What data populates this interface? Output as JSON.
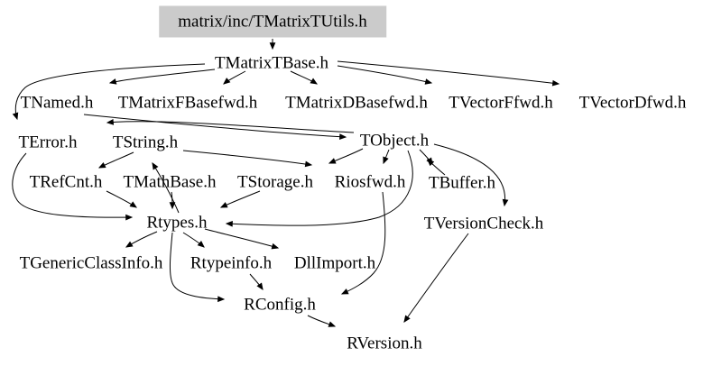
{
  "diagram_type": "include-dependency-graph",
  "colors": {
    "background": "#ffffff",
    "edge": "#000000",
    "text": "#000000",
    "root_node_fill": "#cbcbcb"
  },
  "nodes": [
    {
      "id": "tmatrixtutils",
      "label": "matrix/inc/TMatrixTUtils.h"
    },
    {
      "id": "tmatrixtbase",
      "label": "TMatrixTBase.h"
    },
    {
      "id": "tnamed",
      "label": "TNamed.h"
    },
    {
      "id": "tmatrixfbasefwd",
      "label": "TMatrixFBasefwd.h"
    },
    {
      "id": "tmatrixdbasefwd",
      "label": "TMatrixDBasefwd.h"
    },
    {
      "id": "tvectorffwd",
      "label": "TVectorFfwd.h"
    },
    {
      "id": "tvectordfwd",
      "label": "TVectorDfwd.h"
    },
    {
      "id": "terror",
      "label": "TError.h"
    },
    {
      "id": "tstring",
      "label": "TString.h"
    },
    {
      "id": "tobject",
      "label": "TObject.h"
    },
    {
      "id": "trefcnt",
      "label": "TRefCnt.h"
    },
    {
      "id": "tmathbase",
      "label": "TMathBase.h"
    },
    {
      "id": "tstorage",
      "label": "TStorage.h"
    },
    {
      "id": "riosfwd",
      "label": "Riosfwd.h"
    },
    {
      "id": "tbuffer",
      "label": "TBuffer.h"
    },
    {
      "id": "rtypes",
      "label": "Rtypes.h"
    },
    {
      "id": "tversioncheck",
      "label": "TVersionCheck.h"
    },
    {
      "id": "tgenericclassinfo",
      "label": "TGenericClassInfo.h"
    },
    {
      "id": "rtypeinfo",
      "label": "Rtypeinfo.h"
    },
    {
      "id": "dllimport",
      "label": "DllImport.h"
    },
    {
      "id": "rconfig",
      "label": "RConfig.h"
    },
    {
      "id": "rversion",
      "label": "RVersion.h"
    }
  ],
  "edges": [
    {
      "from": "tmatrixtutils",
      "to": "tmatrixtbase"
    },
    {
      "from": "tmatrixtbase",
      "to": "tnamed"
    },
    {
      "from": "tmatrixtbase",
      "to": "tmatrixfbasefwd"
    },
    {
      "from": "tmatrixtbase",
      "to": "tmatrixdbasefwd"
    },
    {
      "from": "tmatrixtbase",
      "to": "tvectorffwd"
    },
    {
      "from": "tmatrixtbase",
      "to": "tvectordfwd"
    },
    {
      "from": "tmatrixtbase",
      "to": "terror"
    },
    {
      "from": "tnamed",
      "to": "tobject"
    },
    {
      "from": "tobject",
      "to": "tstring"
    },
    {
      "from": "rtypes",
      "to": "tstring"
    },
    {
      "from": "tstring",
      "to": "trefcnt"
    },
    {
      "from": "tstring",
      "to": "riosfwd"
    },
    {
      "from": "tobject",
      "to": "tstorage"
    },
    {
      "from": "tobject",
      "to": "riosfwd"
    },
    {
      "from": "tobject",
      "to": "tbuffer"
    },
    {
      "from": "tbuffer",
      "to": "tobject"
    },
    {
      "from": "tobject",
      "to": "tversioncheck"
    },
    {
      "from": "tobject",
      "to": "rtypes"
    },
    {
      "from": "terror",
      "to": "rtypes"
    },
    {
      "from": "trefcnt",
      "to": "rtypes"
    },
    {
      "from": "tmathbase",
      "to": "rtypes"
    },
    {
      "from": "tstorage",
      "to": "rtypes"
    },
    {
      "from": "riosfwd",
      "to": "rconfig"
    },
    {
      "from": "rtypes",
      "to": "tgenericclassinfo"
    },
    {
      "from": "rtypes",
      "to": "rtypeinfo"
    },
    {
      "from": "rtypes",
      "to": "dllimport"
    },
    {
      "from": "rtypes",
      "to": "rconfig"
    },
    {
      "from": "rtypeinfo",
      "to": "rconfig"
    },
    {
      "from": "rconfig",
      "to": "rversion"
    },
    {
      "from": "tversioncheck",
      "to": "rversion"
    }
  ]
}
